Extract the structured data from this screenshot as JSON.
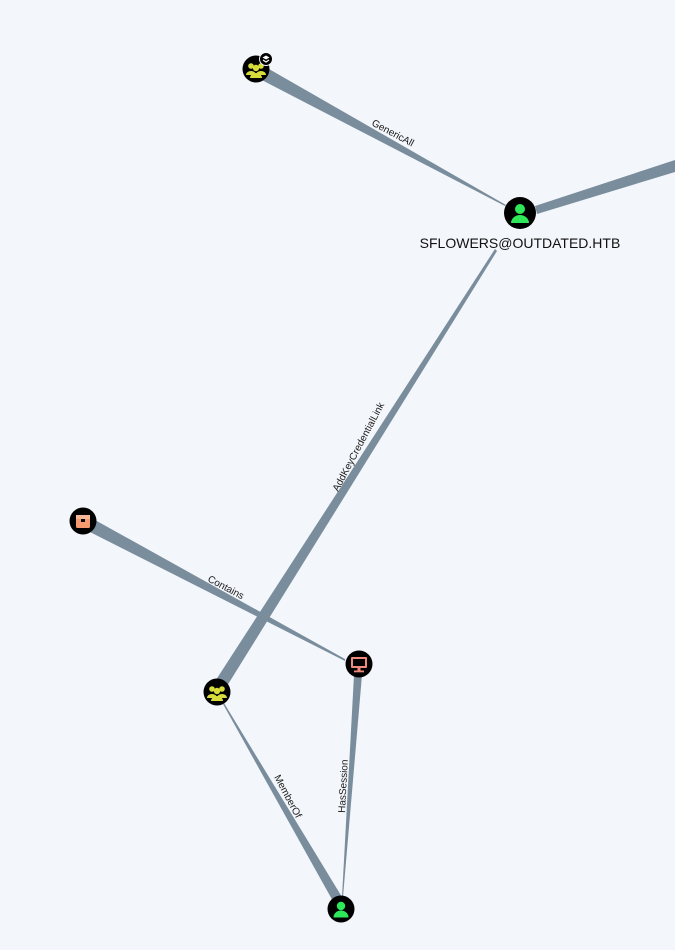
{
  "colors": {
    "background": "#f3f6fb",
    "edge": "#7a8d9c",
    "node_fill": "#000000",
    "user_icon": "#2ee85a",
    "group_icon": "#d7dc3a",
    "computer_icon": "#f08a7a",
    "ou_icon": "#f59a6e"
  },
  "nodes": {
    "group_top": {
      "icon": "group-icon",
      "badge": "highvalue-badge-icon"
    },
    "sflowers": {
      "icon": "user-icon",
      "label": "SFLOWERS@OUTDATED.HTB"
    },
    "ou": {
      "icon": "organizational-unit-icon"
    },
    "computer": {
      "icon": "computer-icon"
    },
    "group_bottom": {
      "icon": "group-icon"
    },
    "user_bottom": {
      "icon": "user-icon"
    }
  },
  "edges": {
    "genericall": {
      "label": "GenericAll"
    },
    "addkeycredentiallink": {
      "label": "AddKeyCredentialLink"
    },
    "contains": {
      "label": "Contains"
    },
    "memberof": {
      "label": "MemberOf"
    },
    "hassession": {
      "label": "HasSession"
    }
  }
}
